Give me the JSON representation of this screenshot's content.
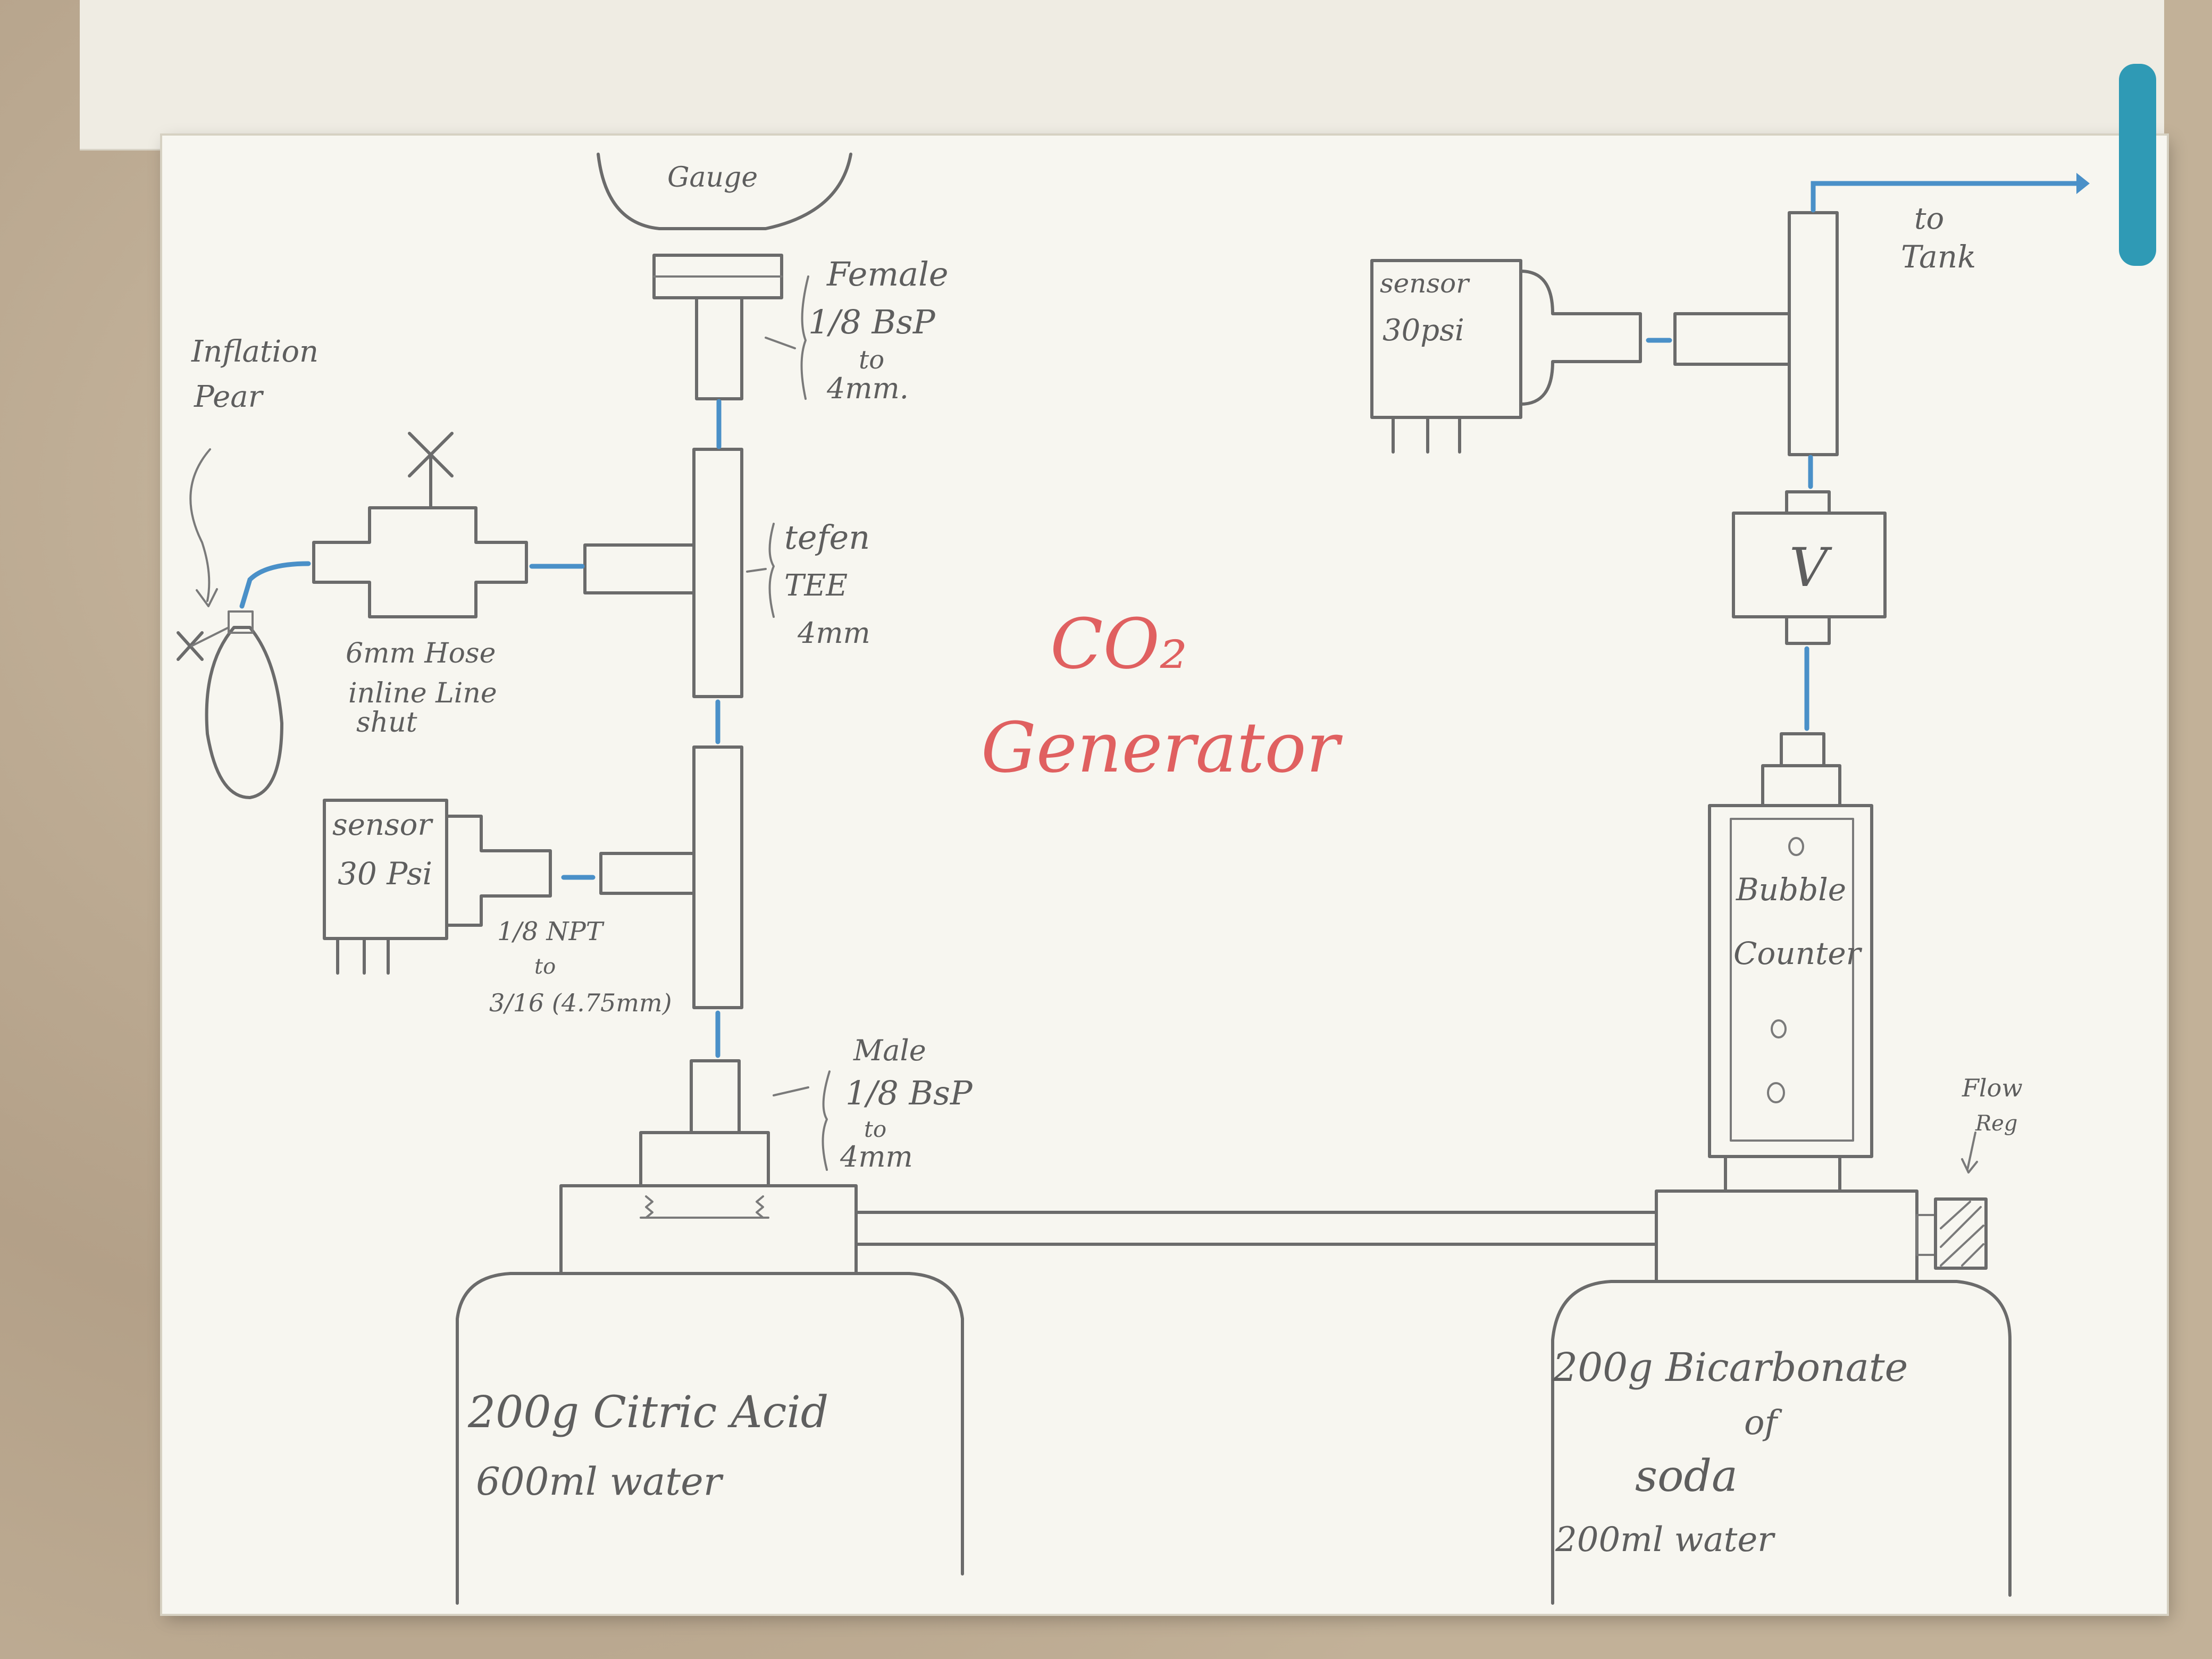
{
  "title": {
    "line1": "CO₂",
    "line2": "Generator",
    "color": "#e06060"
  },
  "labels": {
    "gauge": "Gauge",
    "female_1": "Female",
    "female_2": "1/8 BsP",
    "female_3": "to",
    "female_4": "4mm.",
    "inflation_pear_1": "Inflation",
    "inflation_pear_2": "Pear",
    "tefen_1": "tefen",
    "tefen_2": "TEE",
    "tefen_3": "4mm",
    "hose_shut_1": "6mm Hose",
    "hose_shut_2": "inline Line",
    "hose_shut_3": "shut",
    "sensor_left_1": "sensor",
    "sensor_left_2": "30 Psi",
    "npt_1": "1/8 NPT",
    "npt_2": "to",
    "npt_3": "3/16 (4.75mm)",
    "male_1": "Male",
    "male_2": "1/8 BsP",
    "male_3": "to",
    "male_4": "4mm",
    "citric_1": "200g Citric Acid",
    "citric_2": "600ml water",
    "sensor_right_1": "sensor",
    "sensor_right_2": "30psi",
    "to_tank_1": "to",
    "to_tank_2": "Tank",
    "valve": "V",
    "bubble_1": "Bubble",
    "bubble_2": "Counter",
    "flow_reg_1": "Flow",
    "flow_reg_2": "Reg",
    "bicarb_1": "200g Bicarbonate",
    "bicarb_2": "of",
    "bicarb_3": "soda",
    "bicarb_4": "200ml water"
  },
  "colors": {
    "pencil": "#6b6b6b",
    "tubing": "#4a90c8",
    "paper": "#f7f6f0"
  }
}
